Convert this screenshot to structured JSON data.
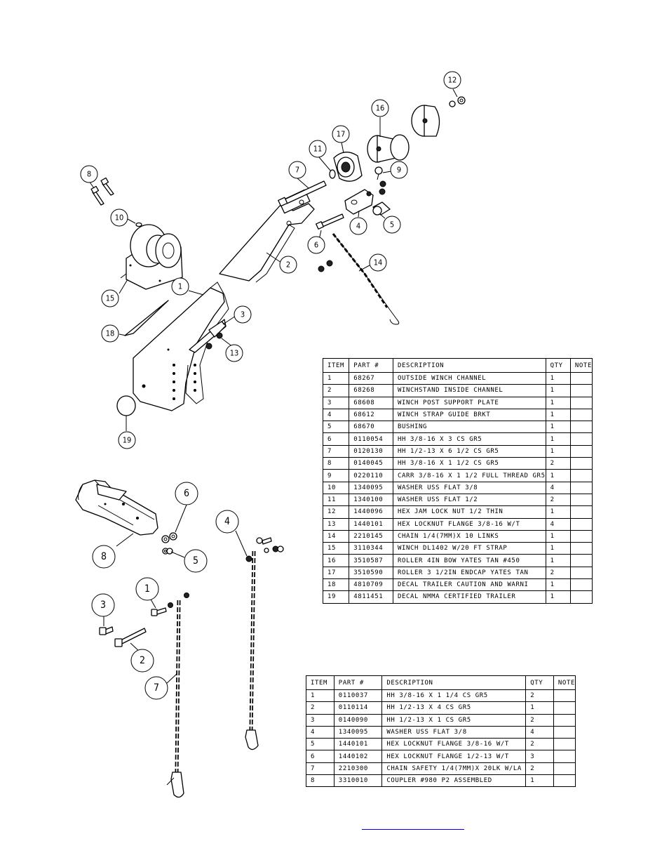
{
  "winch_assembly": {
    "callouts": [
      "1",
      "2",
      "3",
      "4",
      "5",
      "6",
      "7",
      "8",
      "9",
      "10",
      "11",
      "12",
      "13",
      "14",
      "15",
      "16",
      "17",
      "18",
      "19"
    ],
    "table": {
      "headers": [
        "ITEM",
        "PART #",
        "DESCRIPTION",
        "QTY",
        "NOTE"
      ],
      "rows": [
        [
          "1",
          "68267",
          "OUTSIDE WINCH CHANNEL",
          "1",
          ""
        ],
        [
          "2",
          "68268",
          "WINCHSTAND   INSIDE CHANNEL",
          "1",
          ""
        ],
        [
          "3",
          "68608",
          "WINCH POST SUPPORT PLATE",
          "1",
          ""
        ],
        [
          "4",
          "68612",
          "WINCH STRAP GUIDE BRKT",
          "1",
          ""
        ],
        [
          "5",
          "68670",
          "BUSHING",
          "1",
          ""
        ],
        [
          "6",
          "0110054",
          "HH 3/8-16 X 3 CS GR5",
          "1",
          ""
        ],
        [
          "7",
          "0120130",
          "HH 1/2-13 X 6 1/2 CS GR5",
          "1",
          ""
        ],
        [
          "8",
          "0140045",
          "HH 3/8-16 X 1 1/2 CS GR5",
          "2",
          ""
        ],
        [
          "9",
          "0220110",
          "CARR 3/8-16 X 1 1/2 FULL THREAD GR5",
          "1",
          ""
        ],
        [
          "10",
          "1340095",
          "WASHER USS FLAT 3/8",
          "4",
          ""
        ],
        [
          "11",
          "1340100",
          "WASHER USS FLAT 1/2",
          "2",
          ""
        ],
        [
          "12",
          "1440096",
          "HEX JAM LOCK NUT 1/2 THIN",
          "1",
          ""
        ],
        [
          "13",
          "1440101",
          "HEX LOCKNUT FLANGE 3/8-16 W/T",
          "4",
          ""
        ],
        [
          "14",
          "2210145",
          "CHAIN 1/4(7MM)X 10 LINKS",
          "1",
          ""
        ],
        [
          "15",
          "3110344",
          "WINCH DL1402 W/20 FT STRAP",
          "1",
          ""
        ],
        [
          "16",
          "3510587",
          "ROLLER 4IN BOW YATES TAN #450",
          "1",
          ""
        ],
        [
          "17",
          "3510590",
          "ROLLER 3 1/2IN ENDCAP YATES TAN",
          "2",
          ""
        ],
        [
          "18",
          "4810709",
          "DECAL TRAILER CAUTION AND WARNI",
          "1",
          ""
        ],
        [
          "19",
          "4811451",
          "DECAL NMMA CERTIFIED TRAILER",
          "1",
          ""
        ]
      ]
    }
  },
  "coupler_assembly": {
    "callouts": [
      "1",
      "2",
      "3",
      "4",
      "5",
      "6",
      "7",
      "8"
    ],
    "table": {
      "headers": [
        "ITEM",
        "PART #",
        "DESCRIPTION",
        "QTY",
        "NOTE"
      ],
      "rows": [
        [
          "1",
          "0110037",
          "HH 3/8-16 X 1 1/4 CS GR5",
          "2",
          ""
        ],
        [
          "2",
          "0110114",
          "HH 1/2-13 X 4 CS GR5",
          "1",
          ""
        ],
        [
          "3",
          "0140090",
          "HH 1/2-13 X 1 CS GR5",
          "2",
          ""
        ],
        [
          "4",
          "1340095",
          "WASHER USS FLAT 3/8",
          "4",
          ""
        ],
        [
          "5",
          "1440101",
          "HEX LOCKNUT FLANGE 3/8-16 W/T",
          "2",
          ""
        ],
        [
          "6",
          "1440102",
          "HEX LOCKNUT FLANGE 1/2-13 W/T",
          "3",
          ""
        ],
        [
          "7",
          "2210300",
          "CHAIN SAFETY 1/4(7MM)X 20LK W/LA",
          "2",
          ""
        ],
        [
          "8",
          "3310010",
          "COUPLER #980 P2 ASSEMBLED",
          "1",
          ""
        ]
      ]
    }
  },
  "colors": {
    "line": "#000000",
    "link": "#0000ee"
  }
}
